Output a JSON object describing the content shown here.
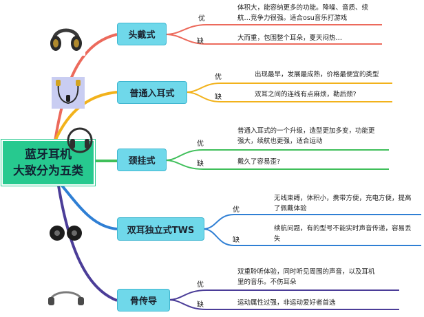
{
  "root": {
    "line1": "蓝牙耳机",
    "line2": "大致分为五类"
  },
  "branches": [
    {
      "title": "头戴式",
      "color": "#ec6a5c",
      "icon": "over-ear-headphones-icon",
      "pros_label": "优",
      "pros": [
        "体积大，能容纳更多的功能。降噪、音质、续",
        "航…竞争力很强。适合osu音乐打游戏"
      ],
      "cons_label": "缺",
      "cons": [
        "大而重，包围整个耳朵，夏天闷热…"
      ]
    },
    {
      "title": "普通入耳式",
      "color": "#f2b21b",
      "icon": "neckband-earphones-icon",
      "pros_label": "优",
      "pros": [
        "出现最早，发展最成熟，价格最便宜的类型"
      ],
      "cons_label": "缺",
      "cons": [
        "双耳之间的连线有点麻烦，勒后颈?"
      ]
    },
    {
      "title": "颈挂式",
      "color": "#3fbf5a",
      "icon": "neck-hanging-headset-icon",
      "pros_label": "优",
      "pros": [
        "普通入耳式的一个升级，造型更加多变，功能更",
        "强大，续航也更强，适合运动"
      ],
      "cons_label": "缺",
      "cons": [
        "戴久了容易歪?"
      ]
    },
    {
      "title": "双耳独立式TWS",
      "color": "#2f7fd4",
      "icon": "tws-earbuds-icon",
      "pros_label": "优",
      "pros": [
        "无线束缚，体积小，携带方便，充电方便，提高",
        "了佩戴体验"
      ],
      "cons_label": "缺",
      "cons": [
        "续航问题，有的型号不能实时声音传递，容易丢",
        "失"
      ]
    },
    {
      "title": "骨传导",
      "color": "#4b3d98",
      "icon": "bone-conduction-headset-icon",
      "pros_label": "优",
      "pros": [
        "双重聆听体验，同时听见周围的声音，以及耳机",
        "里的音乐。不伤耳朵"
      ],
      "cons_label": "缺",
      "cons": [
        "运动属性过强，非运动爱好者首选"
      ]
    }
  ]
}
